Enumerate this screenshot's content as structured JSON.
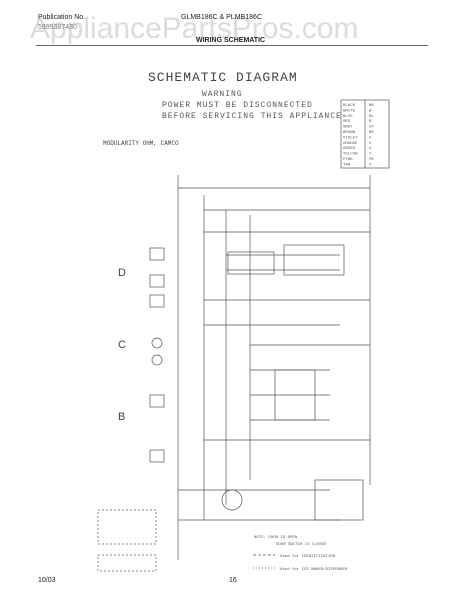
{
  "header": {
    "publication_label": "Publication No.",
    "publication_number": "5995387430",
    "models": "GLMB186C & PLMB186C",
    "section": "WIRING SCHEMATIC"
  },
  "watermark": "AppliancePartsPros.com",
  "diagram": {
    "title": "SCHEMATIC DIAGRAM",
    "warning_heading": "WARNING",
    "warning_line1": "POWER MUST BE DISCONNECTED",
    "warning_line2": "BEFORE SERVICING THIS APPLIANCE",
    "modularity_label": "MODULARITY OHM, CAMCO",
    "color_codes": [
      [
        "BLACK",
        "BK"
      ],
      [
        "WHITE",
        "W"
      ],
      [
        "BLUE",
        "BL"
      ],
      [
        "RED",
        "R"
      ],
      [
        "GRAY",
        "GY"
      ],
      [
        "BROWN",
        "BR"
      ],
      [
        "VIOLET",
        "V"
      ],
      [
        "ORANGE",
        "O"
      ],
      [
        "GREEN",
        "G"
      ],
      [
        "YELLOW",
        "Y"
      ],
      [
        "PINK",
        "PK"
      ],
      [
        "TAN",
        "T"
      ]
    ],
    "side_letters": [
      "D",
      "C",
      "B"
    ],
    "notes": [
      "NOTE: DOOR IS OPEN",
      "DOOR SWITCH IS CLOSED",
      "Used for IDENTIFICATION",
      "Used for ICE MAKER/DISPENSER"
    ]
  },
  "footer": {
    "date": "10/03",
    "page": "16"
  }
}
